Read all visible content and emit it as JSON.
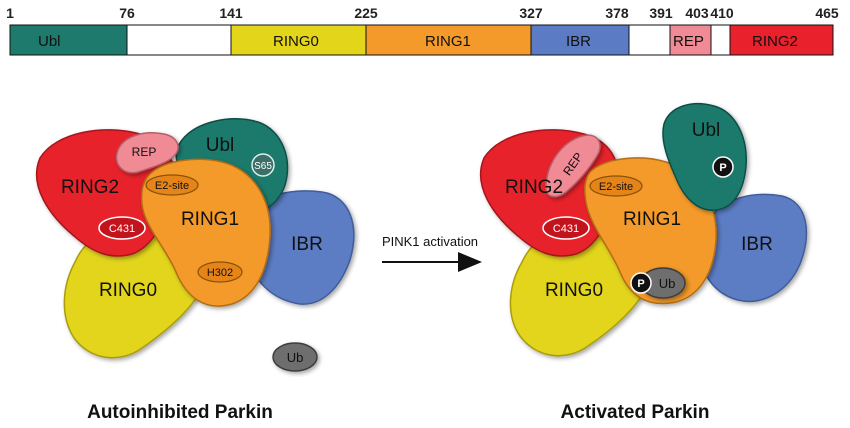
{
  "domain_bar": {
    "positions": [
      "1",
      "76",
      "141",
      "225",
      "327",
      "378",
      "391",
      "403",
      "410",
      "465"
    ],
    "segments": [
      {
        "label": "Ubl",
        "color": "#1d7a6c"
      },
      {
        "label": "",
        "color": "#ffffff"
      },
      {
        "label": "RING0",
        "color": "#e2d51a"
      },
      {
        "label": "RING1",
        "color": "#f39a2a"
      },
      {
        "label": "IBR",
        "color": "#5b7cc4"
      },
      {
        "label": "",
        "color": "#ffffff"
      },
      {
        "label": "REP",
        "color": "#f08a94"
      },
      {
        "label": "",
        "color": "#ffffff"
      },
      {
        "label": "RING2",
        "color": "#e8212c"
      }
    ]
  },
  "left": {
    "caption": "Autoinhibited Parkin",
    "ubl": "Ubl",
    "s65": "S65",
    "rep": "REP",
    "ring2": "RING2",
    "e2site": "E2-site",
    "ring1": "RING1",
    "c431": "C431",
    "ibr": "IBR",
    "ring0": "RING0",
    "h302": "H302",
    "ub": "Ub"
  },
  "arrow_label": "PINK1 activation",
  "right": {
    "caption": "Activated Parkin",
    "ubl": "Ubl",
    "p": "P",
    "rep": "REP",
    "ring2": "RING2",
    "e2site": "E2-site",
    "ring1": "RING1",
    "c431": "C431",
    "ibr": "IBR",
    "ring0": "RING0",
    "ub": "Ub",
    "ub_p": "P"
  },
  "colors": {
    "ubl": "#1d7a6c",
    "ring0": "#e2d51a",
    "ring1": "#f39a2a",
    "ibr": "#5b7cc4",
    "rep": "#f08a94",
    "ring2": "#e8212c",
    "ub": "#6e6e6e"
  }
}
